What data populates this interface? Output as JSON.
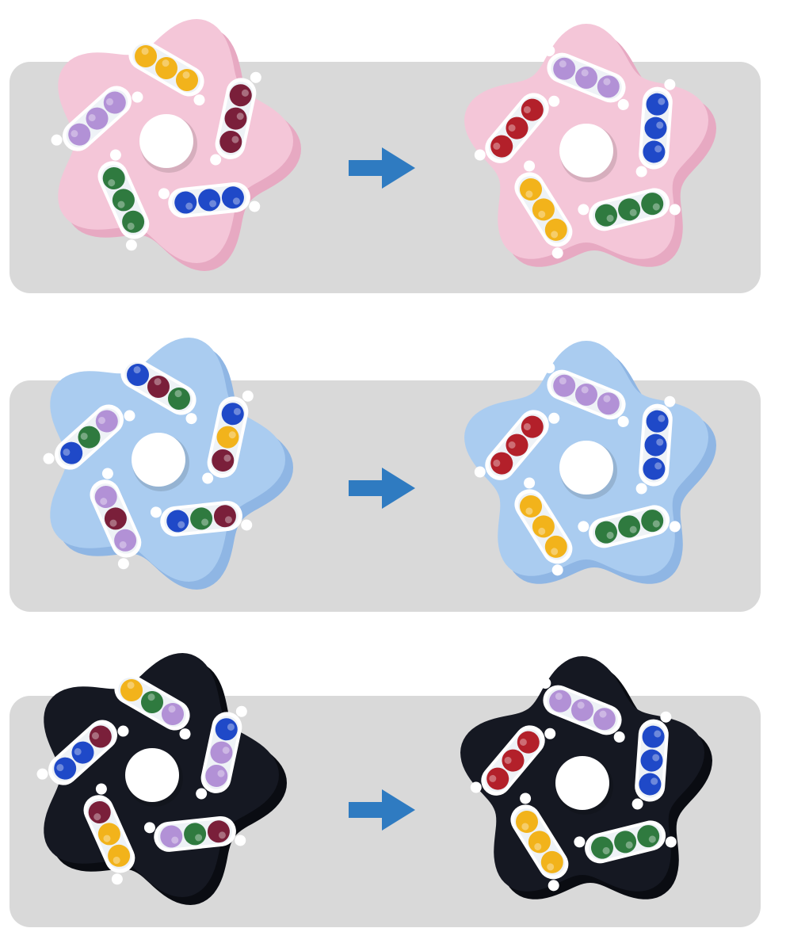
{
  "colors": {
    "background": "#ffffff",
    "band": "#d9d9d9",
    "arrow": "#2f7bc1",
    "tray_frame": "#ffffff",
    "tray_slot": "#eef2f6",
    "center_button": "#ffffff"
  },
  "ball_colors": {
    "yellow": "#f2b31b",
    "red": "#b3202a",
    "purple": "#b291d6",
    "blue": "#1f49c8",
    "green": "#2f7a3f",
    "maroon": "#7a1f3a"
  },
  "rows": [
    {
      "name": "pink",
      "body": "#f4c6d8",
      "body_shadow": "#e7a9c2",
      "scrambled": [
        [
          "yellow",
          "yellow",
          "yellow"
        ],
        [
          "maroon",
          "maroon",
          "maroon"
        ],
        [
          "blue",
          "blue",
          "blue"
        ],
        [
          "green",
          "green",
          "green"
        ],
        [
          "purple",
          "purple",
          "purple"
        ]
      ],
      "solved": [
        [
          "purple",
          "purple",
          "purple"
        ],
        [
          "blue",
          "blue",
          "blue"
        ],
        [
          "green",
          "green",
          "green"
        ],
        [
          "yellow",
          "yellow",
          "yellow"
        ],
        [
          "red",
          "red",
          "red"
        ]
      ]
    },
    {
      "name": "blue",
      "body": "#aaccf0",
      "body_shadow": "#8fb6e4",
      "scrambled": [
        [
          "blue",
          "maroon",
          "green"
        ],
        [
          "blue",
          "yellow",
          "maroon"
        ],
        [
          "maroon",
          "green",
          "blue"
        ],
        [
          "purple",
          "maroon",
          "purple"
        ],
        [
          "blue",
          "green",
          "purple"
        ]
      ],
      "solved": [
        [
          "purple",
          "purple",
          "purple"
        ],
        [
          "blue",
          "blue",
          "blue"
        ],
        [
          "green",
          "green",
          "green"
        ],
        [
          "yellow",
          "yellow",
          "yellow"
        ],
        [
          "red",
          "red",
          "red"
        ]
      ]
    },
    {
      "name": "black",
      "body": "#151822",
      "body_shadow": "#0a0c12",
      "scrambled": [
        [
          "yellow",
          "green",
          "purple"
        ],
        [
          "blue",
          "purple",
          "purple"
        ],
        [
          "maroon",
          "green",
          "purple"
        ],
        [
          "yellow",
          "yellow",
          "maroon"
        ],
        [
          "blue",
          "blue",
          "maroon"
        ]
      ],
      "solved": [
        [
          "purple",
          "purple",
          "purple"
        ],
        [
          "blue",
          "blue",
          "blue"
        ],
        [
          "green",
          "green",
          "green"
        ],
        [
          "yellow",
          "yellow",
          "yellow"
        ],
        [
          "red",
          "red",
          "red"
        ]
      ]
    }
  ]
}
